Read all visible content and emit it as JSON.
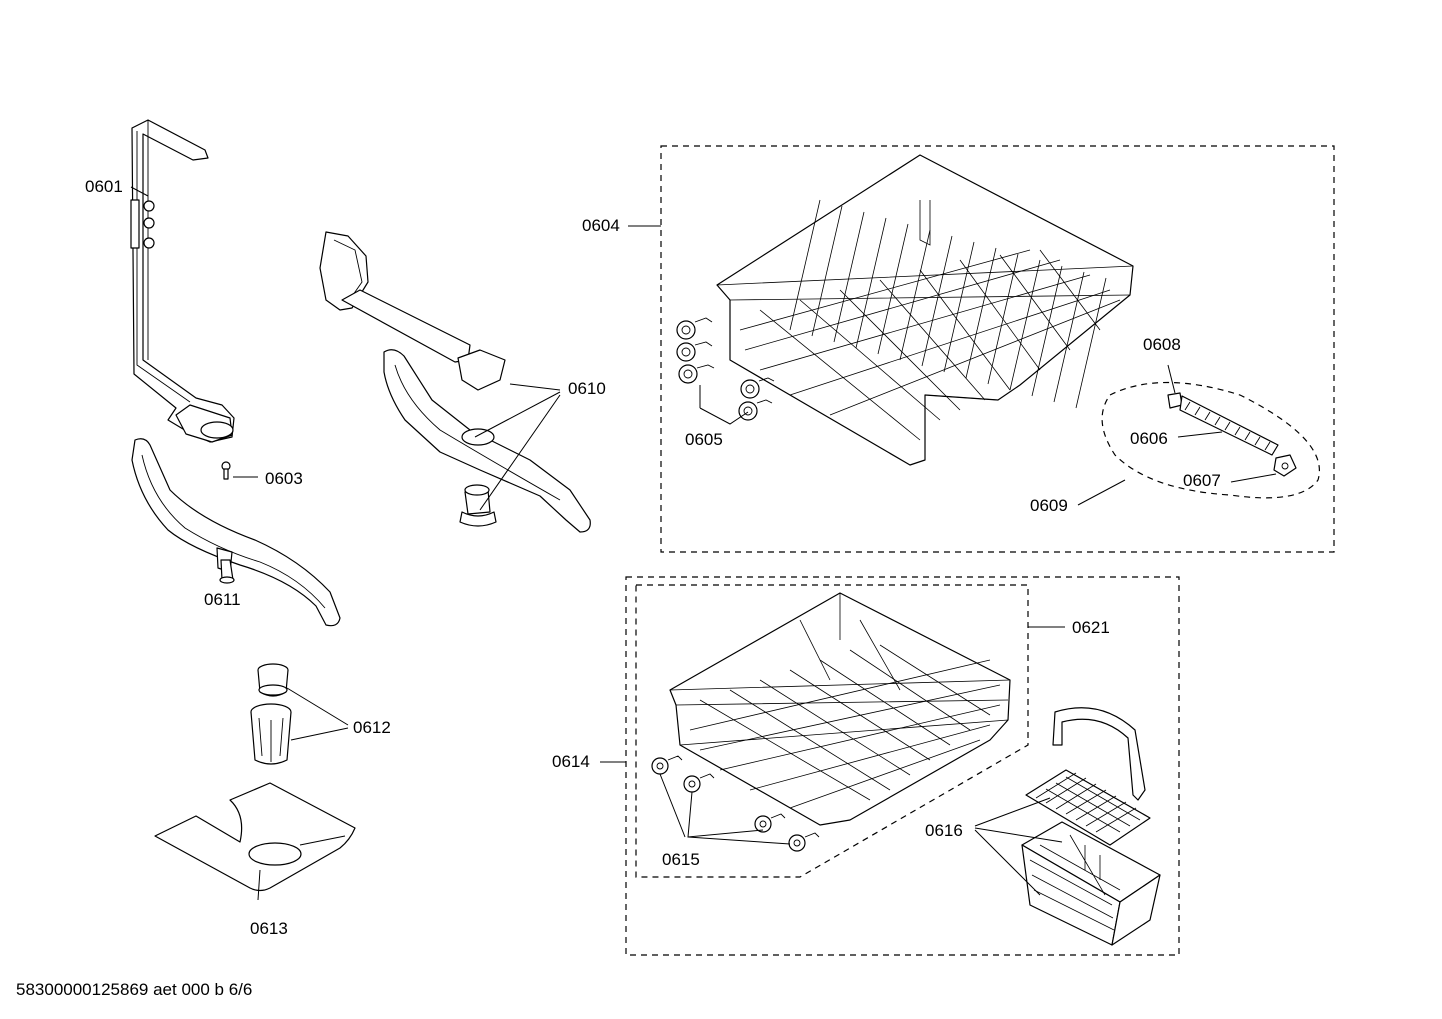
{
  "labels": {
    "p0601": "0601",
    "p0603": "0603",
    "p0604": "0604",
    "p0605": "0605",
    "p0606": "0606",
    "p0607": "0607",
    "p0608": "0608",
    "p0609": "0609",
    "p0610": "0610",
    "p0611": "0611",
    "p0612": "0612",
    "p0613": "0613",
    "p0614": "0614",
    "p0615": "0615",
    "p0616": "0616",
    "p0621": "0621"
  },
  "footer": "58300000125869 aet 000 b 6/6"
}
